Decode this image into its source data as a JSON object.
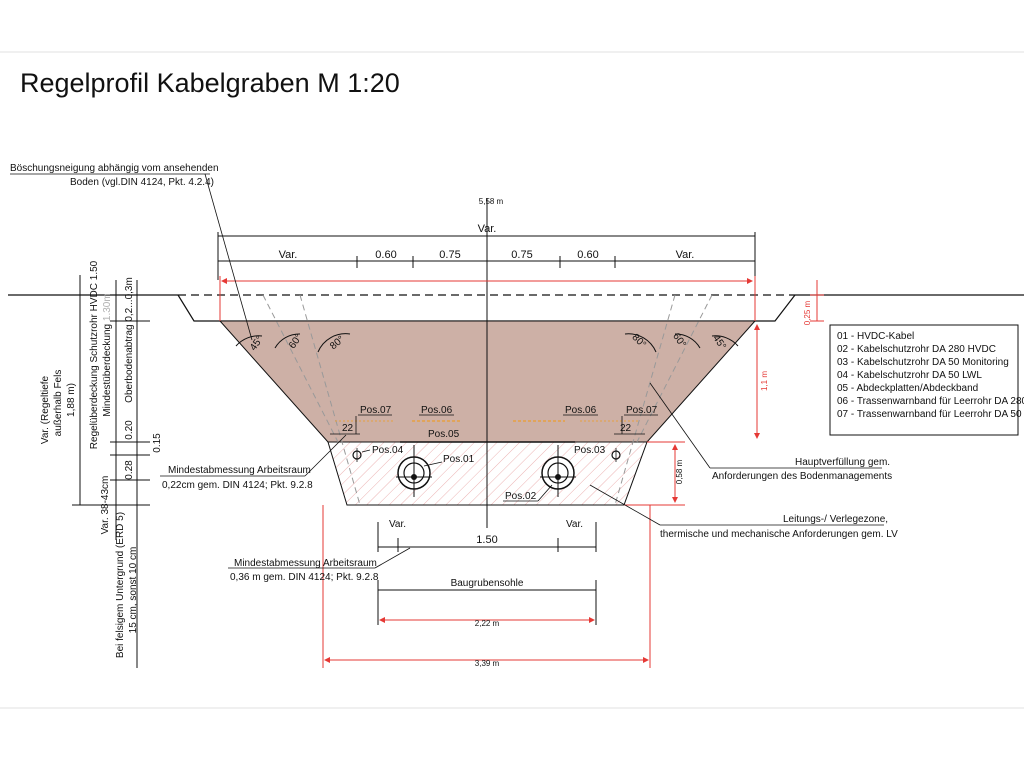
{
  "title": "Regelprofil Kabelgraben M 1:20",
  "dims": {
    "top_total": "5,58 m",
    "top_var": "Var.",
    "seg_left_var": "Var.",
    "seg_060_left": "0.60",
    "seg_075_left": "0.75",
    "seg_075_right": "0.75",
    "seg_060_right": "0.60",
    "seg_right_var": "Var.",
    "right_025": "0,25 m",
    "right_11": "1,1 m",
    "right_058": "0,58 m",
    "bottom_var_left": "Var.",
    "bottom_var_right": "Var.",
    "bottom_150": "1.50",
    "baugrubensohle": "Baugrubensohle",
    "bottom_222": "2,22 m",
    "bottom_339": "3,39 m"
  },
  "angles": {
    "left_45": "45°",
    "left_60": "60°",
    "left_80": "80°",
    "right_80": "80°",
    "right_60": "60°",
    "right_45": "45°"
  },
  "positions": {
    "pos01": "Pos.01",
    "pos02": "Pos.02",
    "pos03": "Pos.03",
    "pos04": "Pos.04",
    "pos05": "Pos.05",
    "pos06_left": "Pos.06",
    "pos06_right": "Pos.06",
    "pos07_left": "Pos.07",
    "pos07_right": "Pos.07",
    "dim22_left": "22",
    "dim22_right": "22"
  },
  "left_labels": {
    "var_regeltiefe": "Var. (Regeltiefe",
    "ausserhalb_fels": "außerhalb Fels",
    "tiefe_188": "1,88 m)",
    "regelueberdeckung": "Regelüberdeckung Schutzrohr HVDC 1.50",
    "mindestueberdeckung": "Mindestüberdeckung",
    "mindest_value": "1.30m",
    "oberboden": "Oberbodenabtrag 0,2...0,3m",
    "v020": "0.20",
    "v015": "0.15",
    "v028": "0.28",
    "var_3843": "Var. 38-43cm",
    "fels_1": "Bei felsigem Untergrund (ERD 5)",
    "fels_2": "15 cm, sonst 10 cm"
  },
  "annotations": {
    "boeschung_1": "Böschungsneigung abhängig vom ansehenden",
    "boeschung_2": "Boden (vgl.DIN 4124, Pkt. 4.2.4)",
    "mindest1_1": "Mindestabmessung Arbeitsraum",
    "mindest1_2": "0,22cm gem. DIN 4124; Pkt. 9.2.8",
    "mindest2_1": "Mindestabmessung Arbeitsraum",
    "mindest2_2": "0,36 m gem. DIN 4124; Pkt. 9.2.8",
    "haupt_1": "Hauptverfüllung gem.",
    "haupt_2": "Anforderungen des Bodenmanagements",
    "leitung_1": "Leitungs-/ Verlegezone,",
    "leitung_2": "thermische und mechanische Anforderungen gem. LV"
  },
  "legend": [
    "01 - HVDC-Kabel",
    "02 - Kabelschutzrohr DA 280 HVDC",
    "03 - Kabelschutzrohr DA 50 Monitoring",
    "04 - Kabelschutzrohr DA 50 LWL",
    "05 - Abdeckplatten/Abdeckband",
    "06 - Trassenwarnband für Leerrohr DA 280",
    "07 - Trassenwarnband für Leerrohr DA 50"
  ],
  "colors": {
    "backfill": "#cdb0a6",
    "dimension_red": "#e53935",
    "line": "#111111",
    "warning_band": "#e8a040"
  }
}
